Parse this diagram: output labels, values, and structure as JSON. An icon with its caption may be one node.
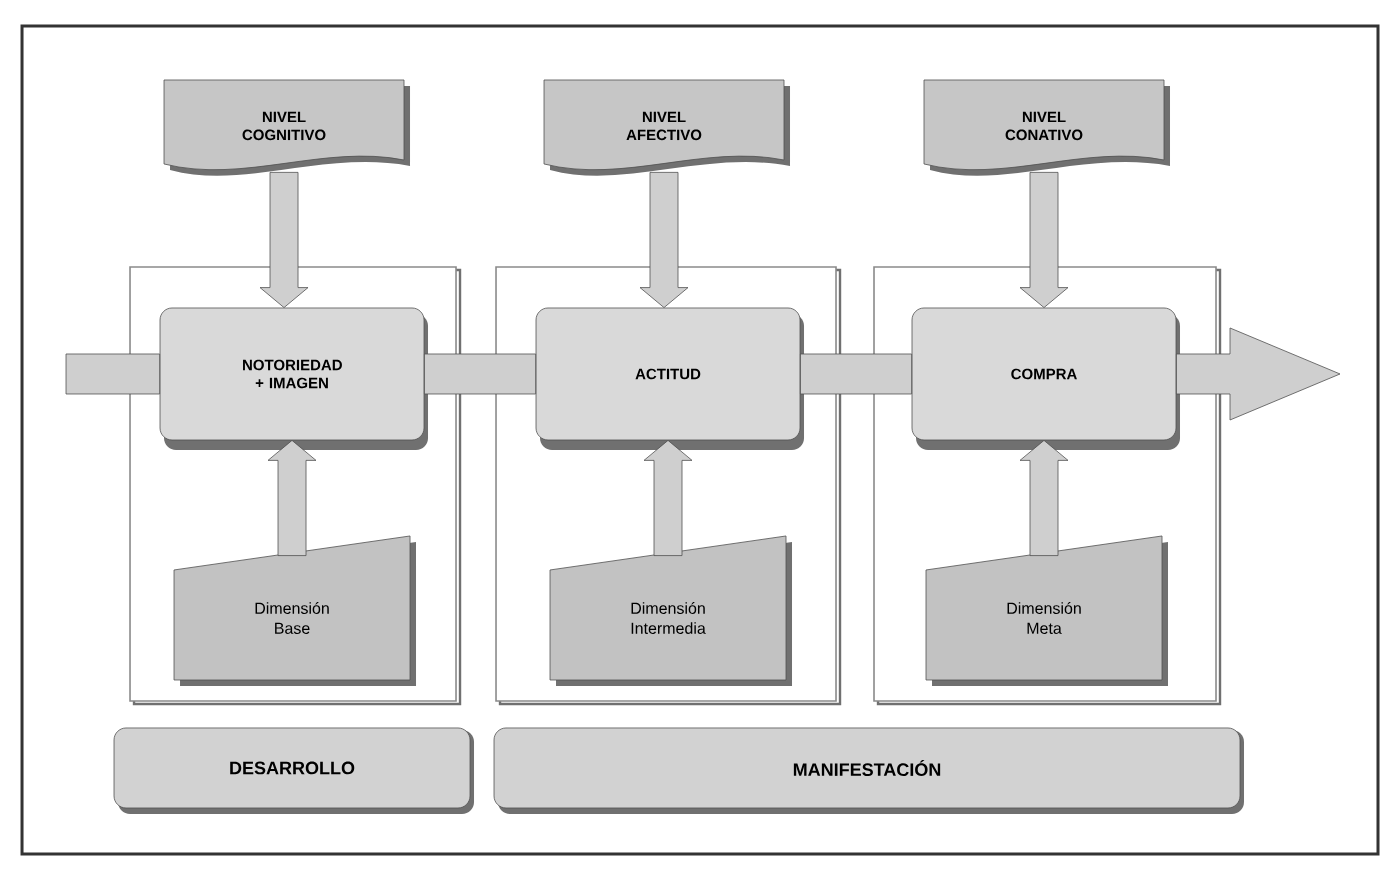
{
  "diagram": {
    "nodes": [
      {
        "text": [
          "NIVEL COGNITIVO"
        ]
      },
      {
        "text": [
          "NIVEL AFECTIVO"
        ]
      },
      {
        "text": [
          "NIVEL CONATIVO"
        ]
      },
      {
        "text": [],
        "shape": "box"
      },
      {
        "text": [
          "NOTORIEDAD + IMAGEN"
        ],
        "in": 3
      },
      {
        "text": [
          "Dimensión Base"
        ],
        "in": 3
      },
      {
        "text": [],
        "shape": "box"
      },
      {
        "text": [
          "ACTITUD"
        ],
        "in": 6
      },
      {
        "text": [
          "Dimensión Intermedia"
        ],
        "in": 6
      },
      {
        "text": [],
        "shape": "box"
      },
      {
        "text": [
          "COMPRA"
        ],
        "in": 9
      },
      {
        "text": [
          "Dimensión Meta"
        ],
        "in": 9
      },
      {
        "text": [
          "DESARROLLO"
        ]
      },
      {
        "text": [
          "MANIFESTACIÓN"
        ]
      }
    ],
    "edges": [
      {
        "from": 0,
        "to": 4,
        "arrow": "to"
      },
      {
        "from": 1,
        "to": 7,
        "arrow": "to"
      },
      {
        "from": 2,
        "to": 10,
        "arrow": "to"
      },
      {
        "from": 5,
        "to": 4,
        "arrow": "to"
      },
      {
        "from": 8,
        "to": 7,
        "arrow": "to"
      },
      {
        "from": 11,
        "to": 10,
        "arrow": "to"
      },
      {
        "from": null,
        "to": 4,
        "arrow": "none"
      },
      {
        "from": 4,
        "to": 7,
        "arrow": "none"
      },
      {
        "from": 7,
        "to": 10,
        "arrow": "none"
      },
      {
        "from": 10,
        "to": null,
        "arrow": "to"
      }
    ]
  }
}
